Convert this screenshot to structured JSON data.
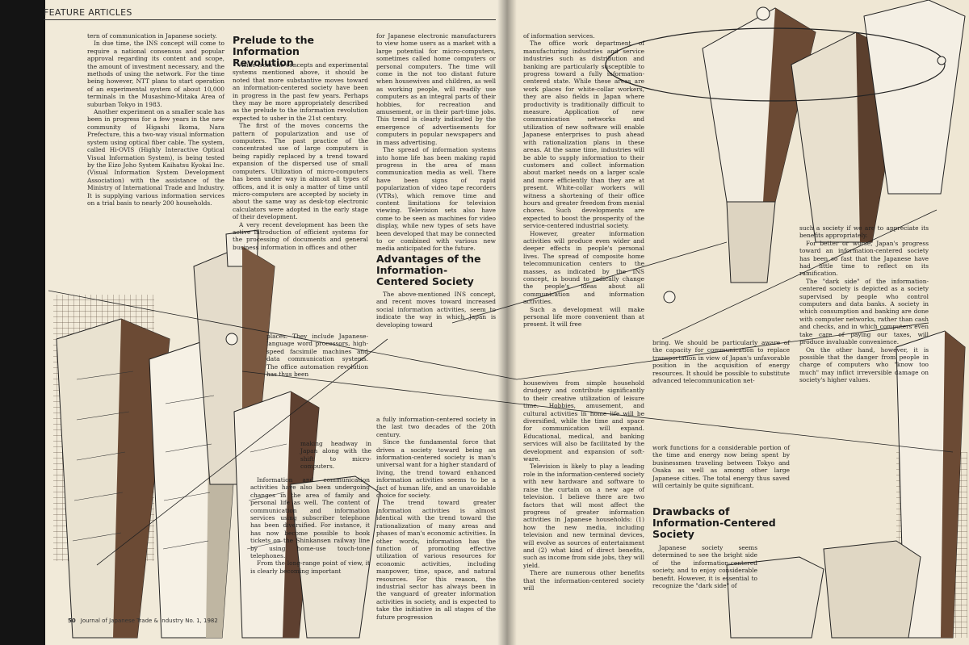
{
  "header": {
    "section": "FEATURE ARTICLES"
  },
  "footer": {
    "page_number": "50",
    "journal": "Journal of Japanese Trade & Industry No. 1, 1982"
  },
  "headings": {
    "prelude": "Prelude to the Information Revolution",
    "advantages": "Advantages of the Information-Centered Society",
    "drawbacks": "Drawbacks of Information-Centered Society"
  },
  "left": {
    "col1": [
      "tern of communication in Japanese society.",
      "In due time, the INS concept will come to require a national consensus and popular approval regarding its content and scope, the amount of investment necessary, and the methods of using the network. For the time being however, NTT plans to start operation of an experimental system of about 10,000 terminals in the Musashino-Mitaka Area of suburban Tokyo in 1983.",
      "Another experiment on a smaller scale has been in progress for a few years in the new community of Higashi Ikoma, Nara Prefecture, this a two-way visual information system using optical fiber cable. The system, called Hi-OVIS (Highly Interactive Optical Visual Information System), is being tested by the Eizo Joho System Kaihatsu Kyokai Inc. (Visual Information System Development Association) with the assistance of the Ministry of International Trade and Industry. It is supplying various information services on a trial basis to nearly 200 households."
    ],
    "col2": [
      "Aside from the concepts and experimental systems mentioned above, it should be noted that more substantive moves toward an information-centered society have been in progress in the past few years. Perhaps they may be more appropriately described as the prelude to the information revolution expected to usher in the 21st century.",
      "The first of the moves concerns the pattern of popularization and use of computers. The past practice of the concentrated use of large computers is being rapidly replaced by a trend toward expansion of the dispersed use of small computers. Utilization of micro-computers has been under way in almost all types of offices, and it is only a matter of time until micro-computers are accepted by society in about the same way as desk-top electronic calculators were adopted in the early stage of their development.",
      "A very recent development has been the active introduction of efficient systems for the processing of documents and general business information in offices and other"
    ],
    "col2b": "places. They include Japanese-language word processors, high-speed facsimile machines and data communication systems. The office automation revolution has thus been",
    "col3": [
      "for Japanese electronic manufacturers to view home users as a market with a large potential for micro-computers, sometimes called home computers or personal computers. The time will come in the not too distant future when housewives and children, as well as working people, will readily use computers as an integral parts of their hobbies, for recreation and amusement, or in their part-time jobs. This trend is clearly indicated by the emergence of advertisements for computers in popular newspapers and in mass advertising.",
      "The spread of information systems into home life has been making rapid progress in the area of mass communication media as well. There have been signs of rapid popularization of video tape recorders (VTRs), which remove time and content limitations for television viewing. Television sets also have come to be seen as machines for video display, while new types of sets have been developed that may be connected to or combined with various new media anticipated for the future."
    ],
    "col3b": "The above-mentioned INS concept, and recent moves toward increased social information activities, seem to indicate the way in which Japan is developing toward",
    "col_mid": "making headway in Japan along with the shift to micro-computers.",
    "col_mid2": [
      "Information and communication activities have also been undergoing changes in the area of family and personal life as well. The content of communication and information services using subscriber telephone has been diversified. For instance, it has now become possible to book tickets on the Shinkansen railway line by using home-use touch-tone telephones.",
      "From the long-range point of view, it is clearly becoming important"
    ],
    "col_bottom": [
      "a fully information-centered society in the last two decades of the 20th century.",
      "Since the fundamental force that drives a society toward being an information-centered society is man's universal want for a higher standard of living, the trend toward enhanced information activities seems to be a fact of human life, and an unavoidable choice for society.",
      "The trend toward greater information activities is almost identical with the trend toward the rationalization of many areas and phases of man's economic activities. In other words, information has the function of promoting effective utilization of various resources for economic activities, including manpower, time, space, and natural resources. For this reason, the industrial sector has always been in the vanguard of greater information activities in society, and is expected to take the initiative in all stages of the future progression"
    ]
  },
  "right": {
    "col1": [
      "of information services.",
      "The office work department of manufacturing industries and service industries such as distribution and banking are particularly susceptible to progress toward a fully information-centered state. While these areas are work places for white-collar workers, they are also fields in Japan where productivity is traditionally difficult to measure. Application of new communication networks and utilization of new software will enable Japanese enterprises to push ahead with rationalization plans in these areas. At the same time, industries will be able to supply information to their customers and collect information about market needs on a larger scale and more efficiently than they are at present. White-collar workers will witness a shortening of their office hours and greater freedom from menial chores. Such developments are expected to boost the prosperity of the service-centered industrial society.",
      "However, greater information activities will produce even wider and deeper effects in people's personal lives. The spread of composite home telecommunication centers to the masses, as indicated by the INS concept, is bound to radically change the people's ideas about all communication and information activities.",
      "Such a development will make personal life more convenient than at present. It will free"
    ],
    "col_mid": "bring. We should be particularly aware of the capacity for communication to replace transportation in view of Japan's unfavorable position in the acquisition of energy resources. It should be possible to substitute advanced telecommunication net-",
    "col_right": [
      "such a society if we are to appreciate its benefits appropriately.",
      "For better or worse, Japan's progress toward an information-centered society has been so fast that the Japanese have had little time to reflect on its ramification.",
      "The \"dark side\" of the information-centered society is depicted as a society supervised by people who control computers and data banks. A society in which consumption and banking are done with computer networks, rather than cash and checks, and in which computers even take care of paying our taxes, will produce invaluable convenience.",
      "On the other hand, however, it is possible that the danger from people in charge of computers who \"know too much\" may inflict irreversible damage on society's higher values."
    ],
    "col_bottom1": [
      "housewives from simple household drudgery and contribute significantly to their creative utilization of leisure time. Hobbies, amusement, and cultural activities in home life will be diversified, while the time and space for communication will expand. Educational, medical, and banking services will also be facilitated by the development and expansion of soft-ware.",
      "Television is likely to play a leading role in the information-centered society with new hardware and software to raise the curtain on a new age of television. I believe there are two factors that will most affect the progress of greater information activities in Japanese households: (1) how the new media, including television and new terminal devices, will evolve as sources of entertainment and (2) what kind of direct benefits, such as income from side jobs, they will yield.",
      "There are numerous other benefits that the information-centered society will"
    ],
    "col_bottom2": "work functions for a considerable portion of the time and energy now being spent by businessmen traveling between Tokyo and Osaka as well as among other large Japanese cities. The total energy thus saved will certainly be quite significant.",
    "col_drawbacks": "Japanese society seems determined to see the bright side of the information-centered society, and to enjoy considerable benefit. However, it is essential to recognize the \"dark side\" of"
  }
}
